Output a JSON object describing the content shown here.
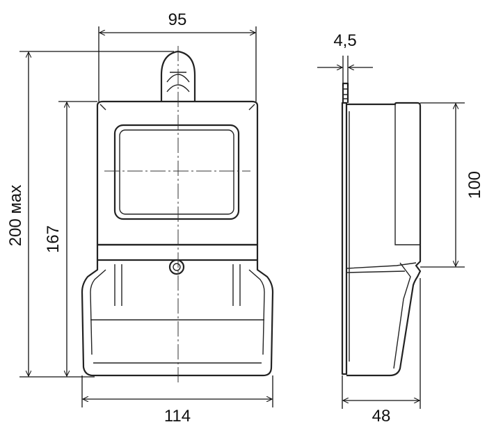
{
  "drawing": {
    "dimensions": {
      "top_width": "95",
      "total_height": "200 мах",
      "body_height": "167",
      "bottom_width": "114",
      "side_thickness": "4,5",
      "side_height": "100",
      "side_depth": "48"
    }
  }
}
